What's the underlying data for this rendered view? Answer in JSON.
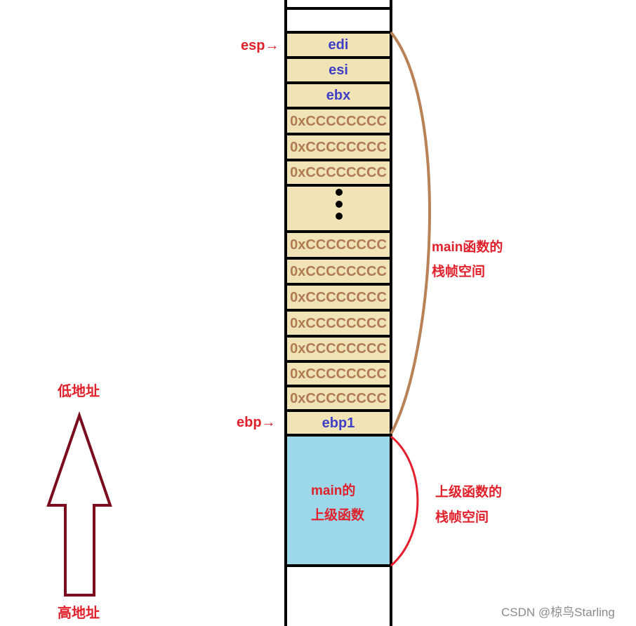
{
  "pointers": {
    "esp": "esp→",
    "ebp": "ebp→"
  },
  "stack": {
    "cells": [
      {
        "kind": "register",
        "text": "edi"
      },
      {
        "kind": "register",
        "text": "esi"
      },
      {
        "kind": "register",
        "text": "ebx"
      },
      {
        "kind": "fill",
        "text": "0xCCCCCCCC"
      },
      {
        "kind": "fill",
        "text": "0xCCCCCCCC"
      },
      {
        "kind": "fill",
        "text": "0xCCCCCCCC"
      },
      {
        "kind": "ellipsis",
        "text": ""
      },
      {
        "kind": "fill",
        "text": "0xCCCCCCCC"
      },
      {
        "kind": "fill",
        "text": "0xCCCCCCCC"
      },
      {
        "kind": "fill",
        "text": "0xCCCCCCCC"
      },
      {
        "kind": "fill",
        "text": "0xCCCCCCCC"
      },
      {
        "kind": "fill",
        "text": "0xCCCCCCCC"
      },
      {
        "kind": "fill",
        "text": "0xCCCCCCCC"
      },
      {
        "kind": "fill",
        "text": "0xCCCCCCCC"
      },
      {
        "kind": "register",
        "text": "ebp1"
      }
    ],
    "caller_block": {
      "line1": "main的",
      "line2": "上级函数"
    }
  },
  "braces": {
    "main": {
      "line1": "main函数的",
      "line2": "栈帧空间"
    },
    "caller": {
      "line1": "上级函数的",
      "line2": "栈帧空间"
    }
  },
  "address_arrow": {
    "top": "低地址",
    "bottom": "高地址"
  },
  "watermark": "CSDN @椋鸟Starling",
  "colors": {
    "cell_fill": "#f0e3b6",
    "caller_fill": "#9dd8ea",
    "register_text": "#3e3ec6",
    "fill_text": "#b07a52",
    "label_red": "#e0202a",
    "brace_main": "#b98156",
    "brace_caller": "#e41e2c",
    "arrow_outline": "#7a0c1e"
  }
}
